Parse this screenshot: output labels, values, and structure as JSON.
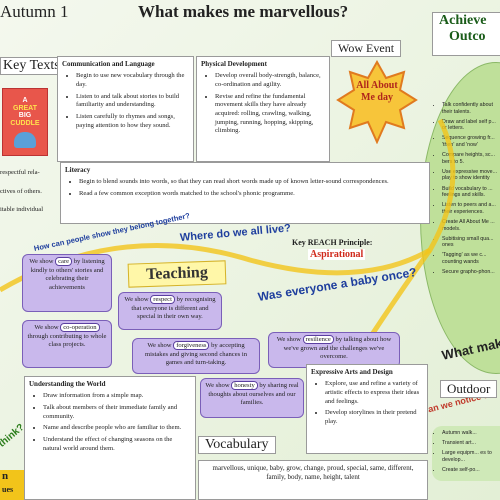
{
  "header": {
    "term": "Autumn 1",
    "title": "What makes me marvellous?"
  },
  "key_texts": {
    "title": "Key Texts",
    "book": {
      "line1": "A",
      "line2": "GREAT",
      "line3": "BIG",
      "line4": "CUDDLE"
    }
  },
  "comm_lang": {
    "heading": "Communication and Language",
    "items": [
      "Begin to use new vocabulary through the day.",
      "Listen to and talk about stories to build familiarity and understanding.",
      "Listen carefully to rhymes and songs, paying attention to how they sound."
    ]
  },
  "physical": {
    "heading": "Physical Development",
    "items": [
      "Develop overall body-strength, balance, co-ordination and agility.",
      "Revise and refine the fundamental movement skills they have already acquired: rolling, crawling, walking, jumping, running, hopping, skipping, climbing."
    ]
  },
  "wow_event": {
    "title": "Wow Event",
    "star_text": "All About Me day"
  },
  "achieve": {
    "title_line1": "Achieve",
    "title_line2": "Outco"
  },
  "left_fragments": [
    "respectful rela-",
    "ctives of others.",
    "itable individual"
  ],
  "literacy": {
    "heading": "Literacy",
    "items": [
      "Begin to blend sounds into words, so that they can read short words made up of known letter-sound correspondences.",
      "Read a few common exception words matched to the school's phonic programme."
    ]
  },
  "curves": {
    "belong": "How can people show they belong together?",
    "where": "Where do we all live?",
    "baby": "Was everyone a baby once?",
    "what_makes": "What make",
    "notice": "Can we notice th",
    "thinks": "think?"
  },
  "reach": {
    "label": "Key REACH Principle:",
    "value": "Aspirational"
  },
  "teaching": {
    "title": "Teaching"
  },
  "values": [
    {
      "pre": "We show ",
      "key": "care",
      "post": " by listening kindly to others' stories and celebrating their achievements"
    },
    {
      "pre": "We show ",
      "key": "co-operation",
      "post": " through contributing to whole class projects."
    },
    {
      "pre": "We show ",
      "key": "respect",
      "post": " by recognising that everyone is different and special in their own way."
    },
    {
      "pre": "We show ",
      "key": "forgiveness",
      "post": " by accepting mistakes and giving second chances in games and turn-taking."
    },
    {
      "pre": "We show ",
      "key": "resilience",
      "post": " by talking about how we've grown and the challenges we've overcome."
    },
    {
      "pre": "We show ",
      "key": "honesty",
      "post": " by sharing real thoughts about ourselves and our families."
    }
  ],
  "understanding": {
    "heading": "Understanding the World",
    "items": [
      "Draw information from a simple map.",
      "Talk about members of their immediate family and community.",
      "Name and describe people who are familiar to them.",
      "Understand the effect of changing seasons on the natural world around them."
    ]
  },
  "expressive": {
    "heading": "Expressive Arts and Design",
    "items": [
      "Explore, use and refine a variety of artistic effects to express their ideas and feelings.",
      "Develop storylines in their pretend play."
    ]
  },
  "vocabulary": {
    "title": "Vocabulary",
    "words": "marvellous, unique, baby, grow, change, proud, special, same, different, family, body, name, height, talent"
  },
  "outcomes": [
    "Talk confidently about their talents.",
    "Draw and label self p... or letters.",
    "Sequence growing fr... 'then' and 'now'",
    "Compare heights, sc... bers to 5.",
    "Use expressive move... play to show identity",
    "Build vocabulary to ... feelings and skills.",
    "Listen to peers and a... their experiences.",
    "Create All About Me ... models.",
    "Subitising small qua... ones",
    "'Tagging' as we c... counting wands",
    "Secure grapho-phon..."
  ],
  "outdoor": {
    "title": "Outdoor",
    "items": [
      "Autumn walk...",
      "Transient art...",
      "Large equipm... es to develop...",
      "Create self-po..."
    ]
  },
  "bottom_left": {
    "line1": "n",
    "line2": "ues"
  }
}
